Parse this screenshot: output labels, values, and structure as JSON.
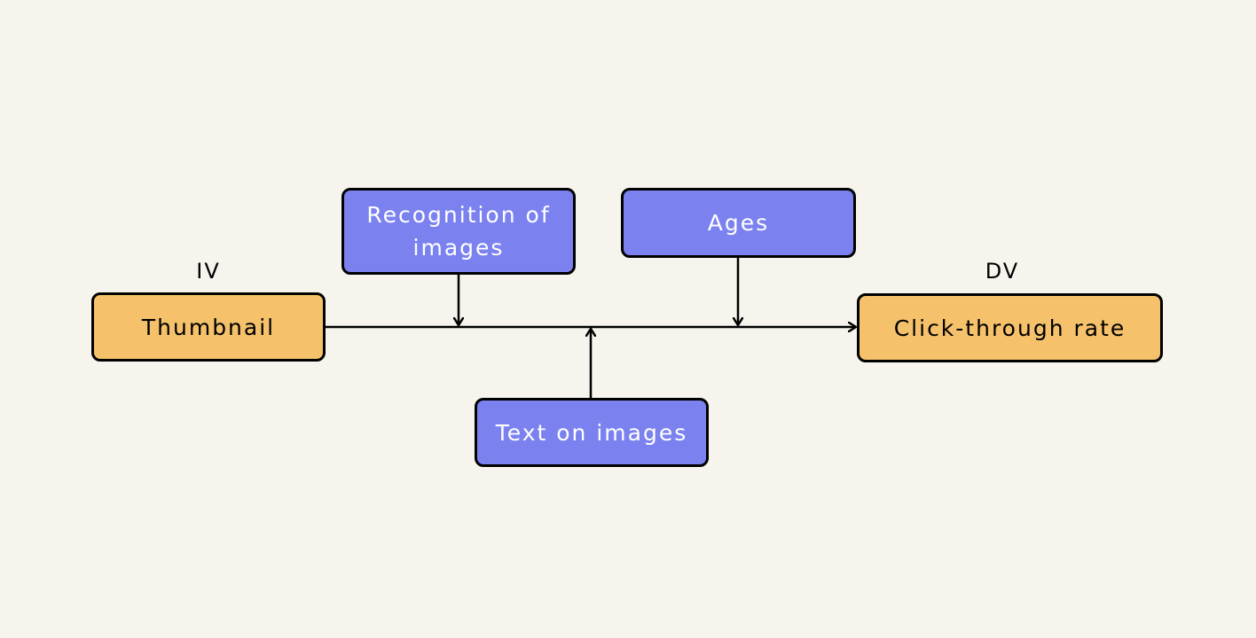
{
  "colors": {
    "background": "#f6f4ed",
    "variable_box": "#f5c26b",
    "moderator_box": "#7b82f0",
    "stroke": "#000000"
  },
  "diagram": {
    "iv_tag": "IV",
    "dv_tag": "DV",
    "iv_label": "Thumbnail",
    "dv_label": "Click-through rate",
    "moderators": {
      "recognition": "Recognition of images",
      "ages": "Ages",
      "text": "Text on images"
    }
  }
}
